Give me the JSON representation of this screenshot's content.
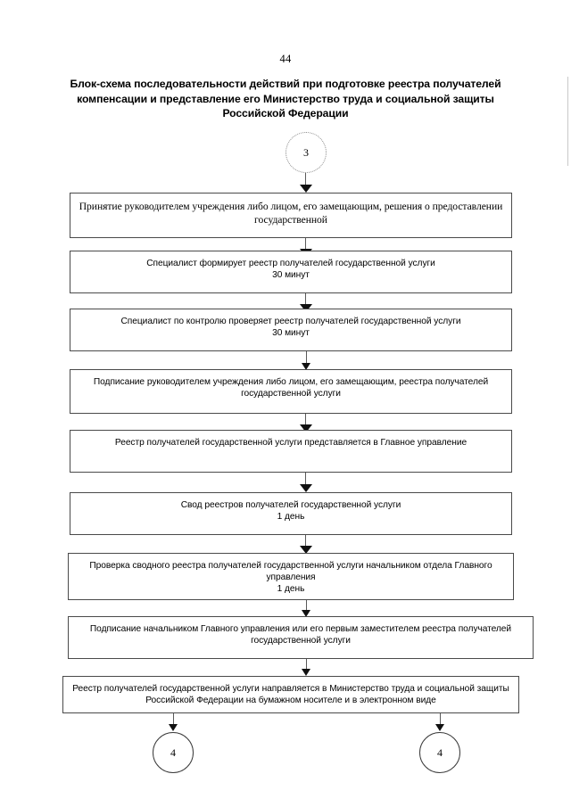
{
  "document": {
    "page_number": "44",
    "title_lines": [
      "Блок-схема последовательности действий при подготовке реестра получателей",
      "компенсации и представление его Министерство труда и социальной защиты",
      "Российской Федерации"
    ],
    "title_text": "Блок-схема последовательности действий при подготовке реестра получателей компенсации и представление его Министерство труда и социальной защиты Российской Федерации"
  },
  "flowchart": {
    "type": "flowchart",
    "orientation": "top-to-bottom",
    "entry_connector": {
      "label": "3",
      "shape": "circle",
      "border": "dotted"
    },
    "steps": [
      {
        "id": "step-1",
        "text": "Принятие руководителем учреждения либо лицом, его замещающим, решения о предоставлении государственной",
        "duration": "",
        "font": "serif"
      },
      {
        "id": "step-2",
        "text": "Специалист формирует реестр получателей государственной услуги",
        "duration": "30 минут",
        "font": "sans"
      },
      {
        "id": "step-3",
        "text": "Специалист по контролю проверяет реестр получателей государственной услуги",
        "duration": "30 минут",
        "font": "sans"
      },
      {
        "id": "step-4",
        "text": "Подписание руководителем учреждения либо лицом, его замещающим, реестра получателей государственной услуги",
        "duration": "",
        "font": "sans"
      },
      {
        "id": "step-5",
        "text": "Реестр получателей государственной услуги представляется в Главное управление",
        "duration": "",
        "font": "sans"
      },
      {
        "id": "step-6",
        "text": "Свод реестров получателей государственной услуги",
        "duration": "1 день",
        "font": "sans"
      },
      {
        "id": "step-7",
        "text": "Проверка сводного реестра получателей государственной услуги начальником отдела Главного управления",
        "duration": "1 день",
        "font": "sans"
      },
      {
        "id": "step-8",
        "text": "Подписание начальником Главного управления или его первым заместителем реестра получателей государственной услуги",
        "duration": "",
        "font": "sans"
      },
      {
        "id": "step-9",
        "text": "Реестр получателей государственной услуги направляется в Министерство труда и социальной защиты Российской Федерации на бумажном носителе и в электронном виде",
        "duration": "",
        "font": "sans"
      }
    ],
    "exit_connectors": [
      {
        "id": "exit-left",
        "label": "4",
        "shape": "circle",
        "border": "solid"
      },
      {
        "id": "exit-right",
        "label": "4",
        "shape": "circle",
        "border": "solid"
      }
    ]
  },
  "colors": {
    "page_background": "#ffffff",
    "ink": "#000000",
    "box_border": "#4a4a4a",
    "connector_dotted": "#8e8e8e",
    "connector_solid": "#3b3b3b",
    "arrow": "#111111"
  }
}
